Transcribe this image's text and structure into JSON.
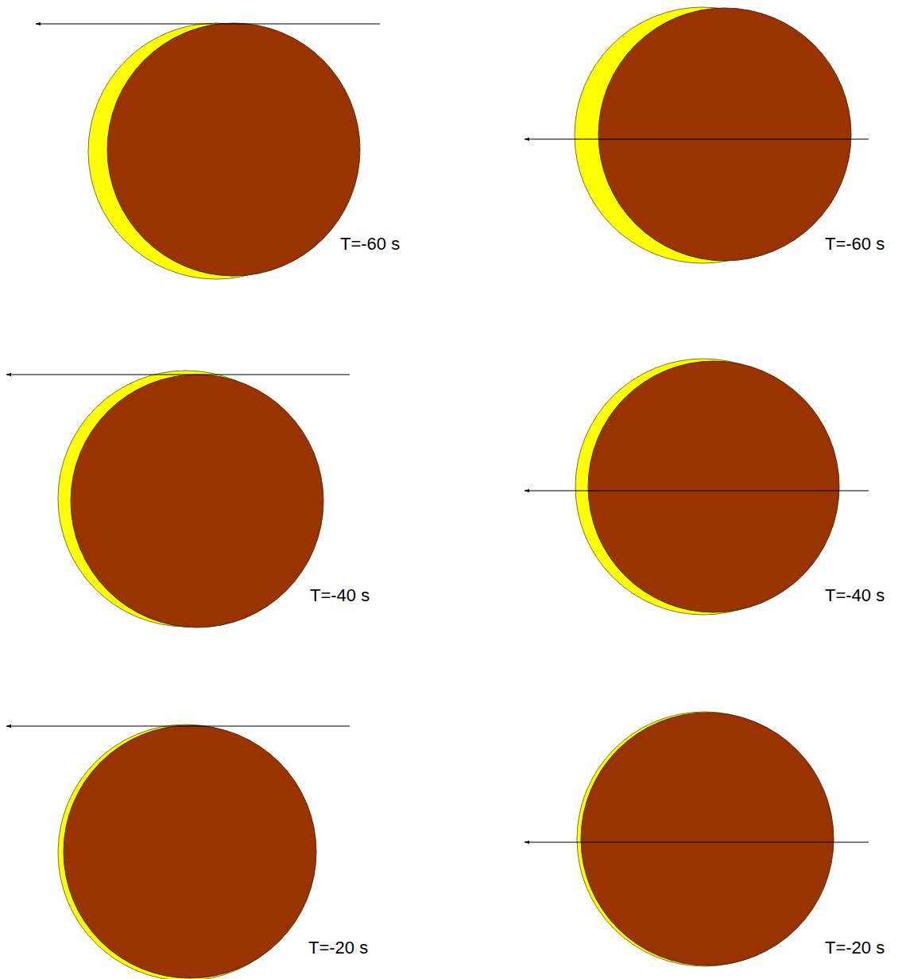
{
  "diagram": {
    "labels": [
      "T=-60 s",
      "T=-60 s",
      "T=-40 s",
      "T=-40 s",
      "T=-20 s",
      "T=-20 s"
    ]
  }
}
